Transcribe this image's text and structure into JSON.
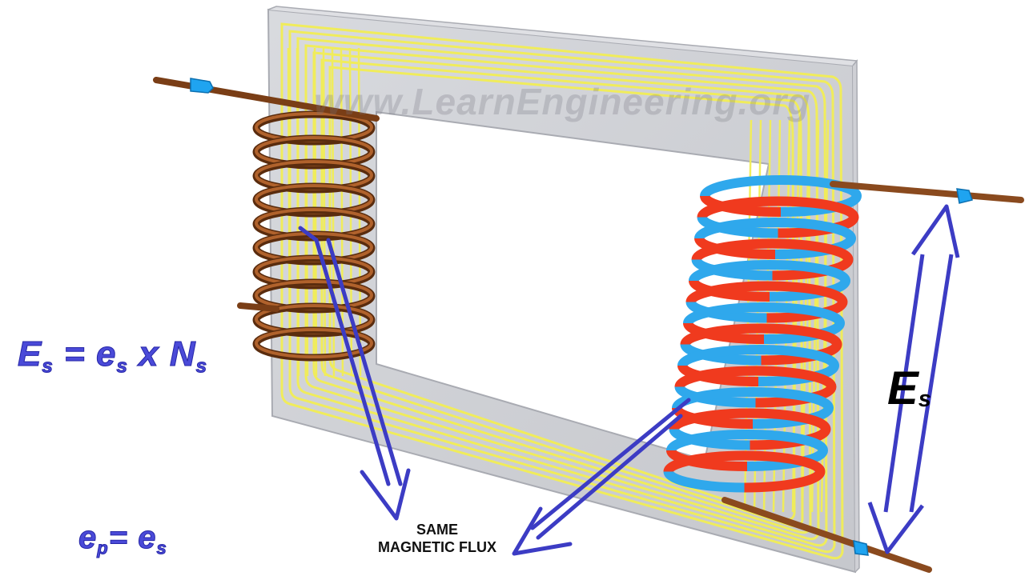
{
  "watermark": "www.LearnEngineering.org",
  "equations": {
    "secondary_emf": {
      "lhs": "E",
      "lhs_sub": "s",
      "op": "=",
      "a": "e",
      "a_sub": "s",
      "times": "x",
      "b": "N",
      "b_sub": "s"
    },
    "equal_emf": {
      "lhs": "e",
      "lhs_sub": "p",
      "op": "=",
      "rhs": "e",
      "rhs_sub": "s"
    }
  },
  "labels": {
    "secondary_voltage": {
      "main": "E",
      "sub": "s"
    },
    "flux_line1": "SAME",
    "flux_line2": "MAGNETIC FLUX"
  },
  "colors": {
    "core": "#c9cbd0",
    "flux_lines": "#f2ee55",
    "primary_coil": "#8a4a1e",
    "secondary_coil_red": "#f03a1e",
    "secondary_coil_blue": "#2fa8ec",
    "arrows": "#3c3cc4",
    "equations": "#4a4ad8"
  }
}
